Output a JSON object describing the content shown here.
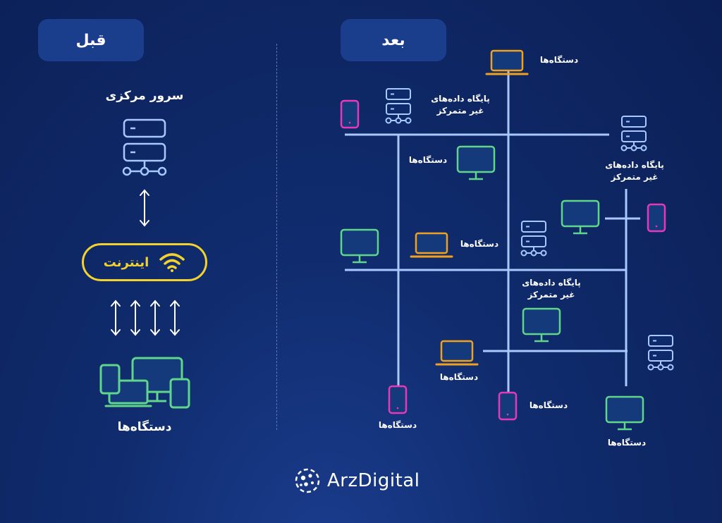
{
  "left_panel": {
    "title": "قبل",
    "server_label": "سرور مرکزی",
    "internet_label": "اینترنت",
    "devices_label": "دستگاه‌ها"
  },
  "right_panel": {
    "title": "بعد",
    "device_labels": [
      "دستگاه‌ها",
      "دستگاه‌ها",
      "دستگاه‌ها",
      "دستگاه‌ها",
      "دستگاه‌ها",
      "دستگاه‌ها",
      "دستگاه‌ها"
    ],
    "db_labels": [
      {
        "line1": "پایگاه داده‌های",
        "line2": "غیر متمرکز"
      },
      {
        "line1": "پایگاه داده‌های",
        "line2": "غیر متمرکز"
      },
      {
        "line1": "پایگاه داده‌های",
        "line2": "غیر متمرکز"
      }
    ]
  },
  "logo": {
    "text": "ArzDigital"
  },
  "colors": {
    "server": "#a9c8ff",
    "monitor": "#5fd68a",
    "laptop": "#f0a21e",
    "phone": "#e838b8",
    "internet": "#f2d22e",
    "grid_line": "#a9c8ff"
  }
}
